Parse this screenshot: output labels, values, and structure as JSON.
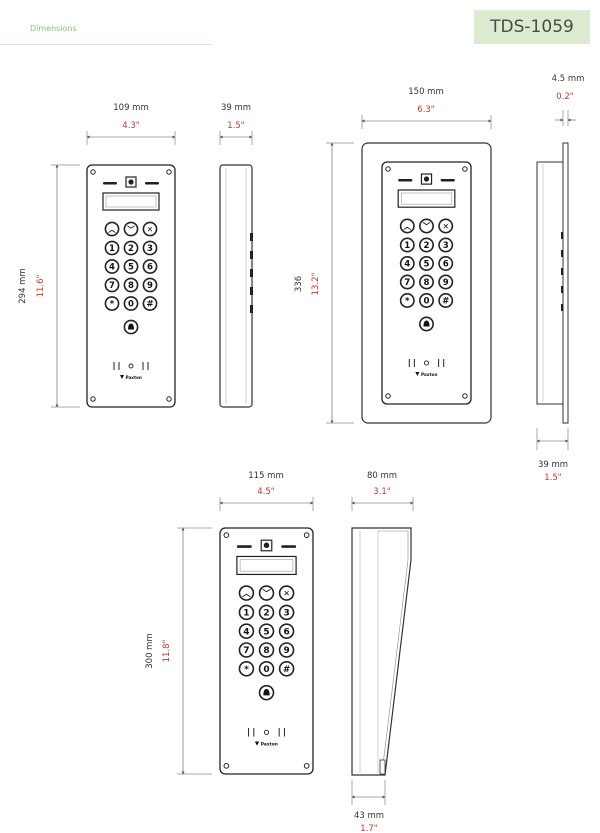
{
  "header": {
    "section_label": "Dimensions",
    "doc_code": "TDS-1059"
  },
  "colors": {
    "imperial_text": "#c0392b",
    "metric_text": "#333333",
    "header_green": "#dcebcf"
  },
  "keypad": {
    "function_keys": [
      "up-arrow",
      "down-arrow",
      "cancel-x"
    ],
    "digit_keys": [
      "1",
      "2",
      "3",
      "4",
      "5",
      "6",
      "7",
      "8",
      "9",
      "*",
      "0",
      "#"
    ],
    "bell_key": "bell",
    "brand": "Paxton"
  },
  "views": {
    "surface_front": {
      "width_mm": "109 mm",
      "width_in": "4.3\"",
      "height_mm": "294 mm",
      "height_in": "11.6\""
    },
    "surface_side": {
      "depth_mm": "39 mm",
      "depth_in": "1.5\""
    },
    "flush_front": {
      "width_mm": "150 mm",
      "width_in": "6.3\"",
      "height_mm": "336",
      "height_in": "13.2\""
    },
    "flush_side": {
      "lip_mm": "4.5 mm",
      "lip_in": "0.2\"",
      "depth_mm": "39 mm",
      "depth_in": "1.5\""
    },
    "hood_front": {
      "width_mm": "115 mm",
      "width_in": "4.5\"",
      "height_mm": "300 mm",
      "height_in": "11.8\""
    },
    "hood_side": {
      "depth_top_mm": "80 mm",
      "depth_top_in": "3.1\"",
      "depth_bottom_mm": "43 mm",
      "depth_bottom_in": "1.7\""
    }
  }
}
